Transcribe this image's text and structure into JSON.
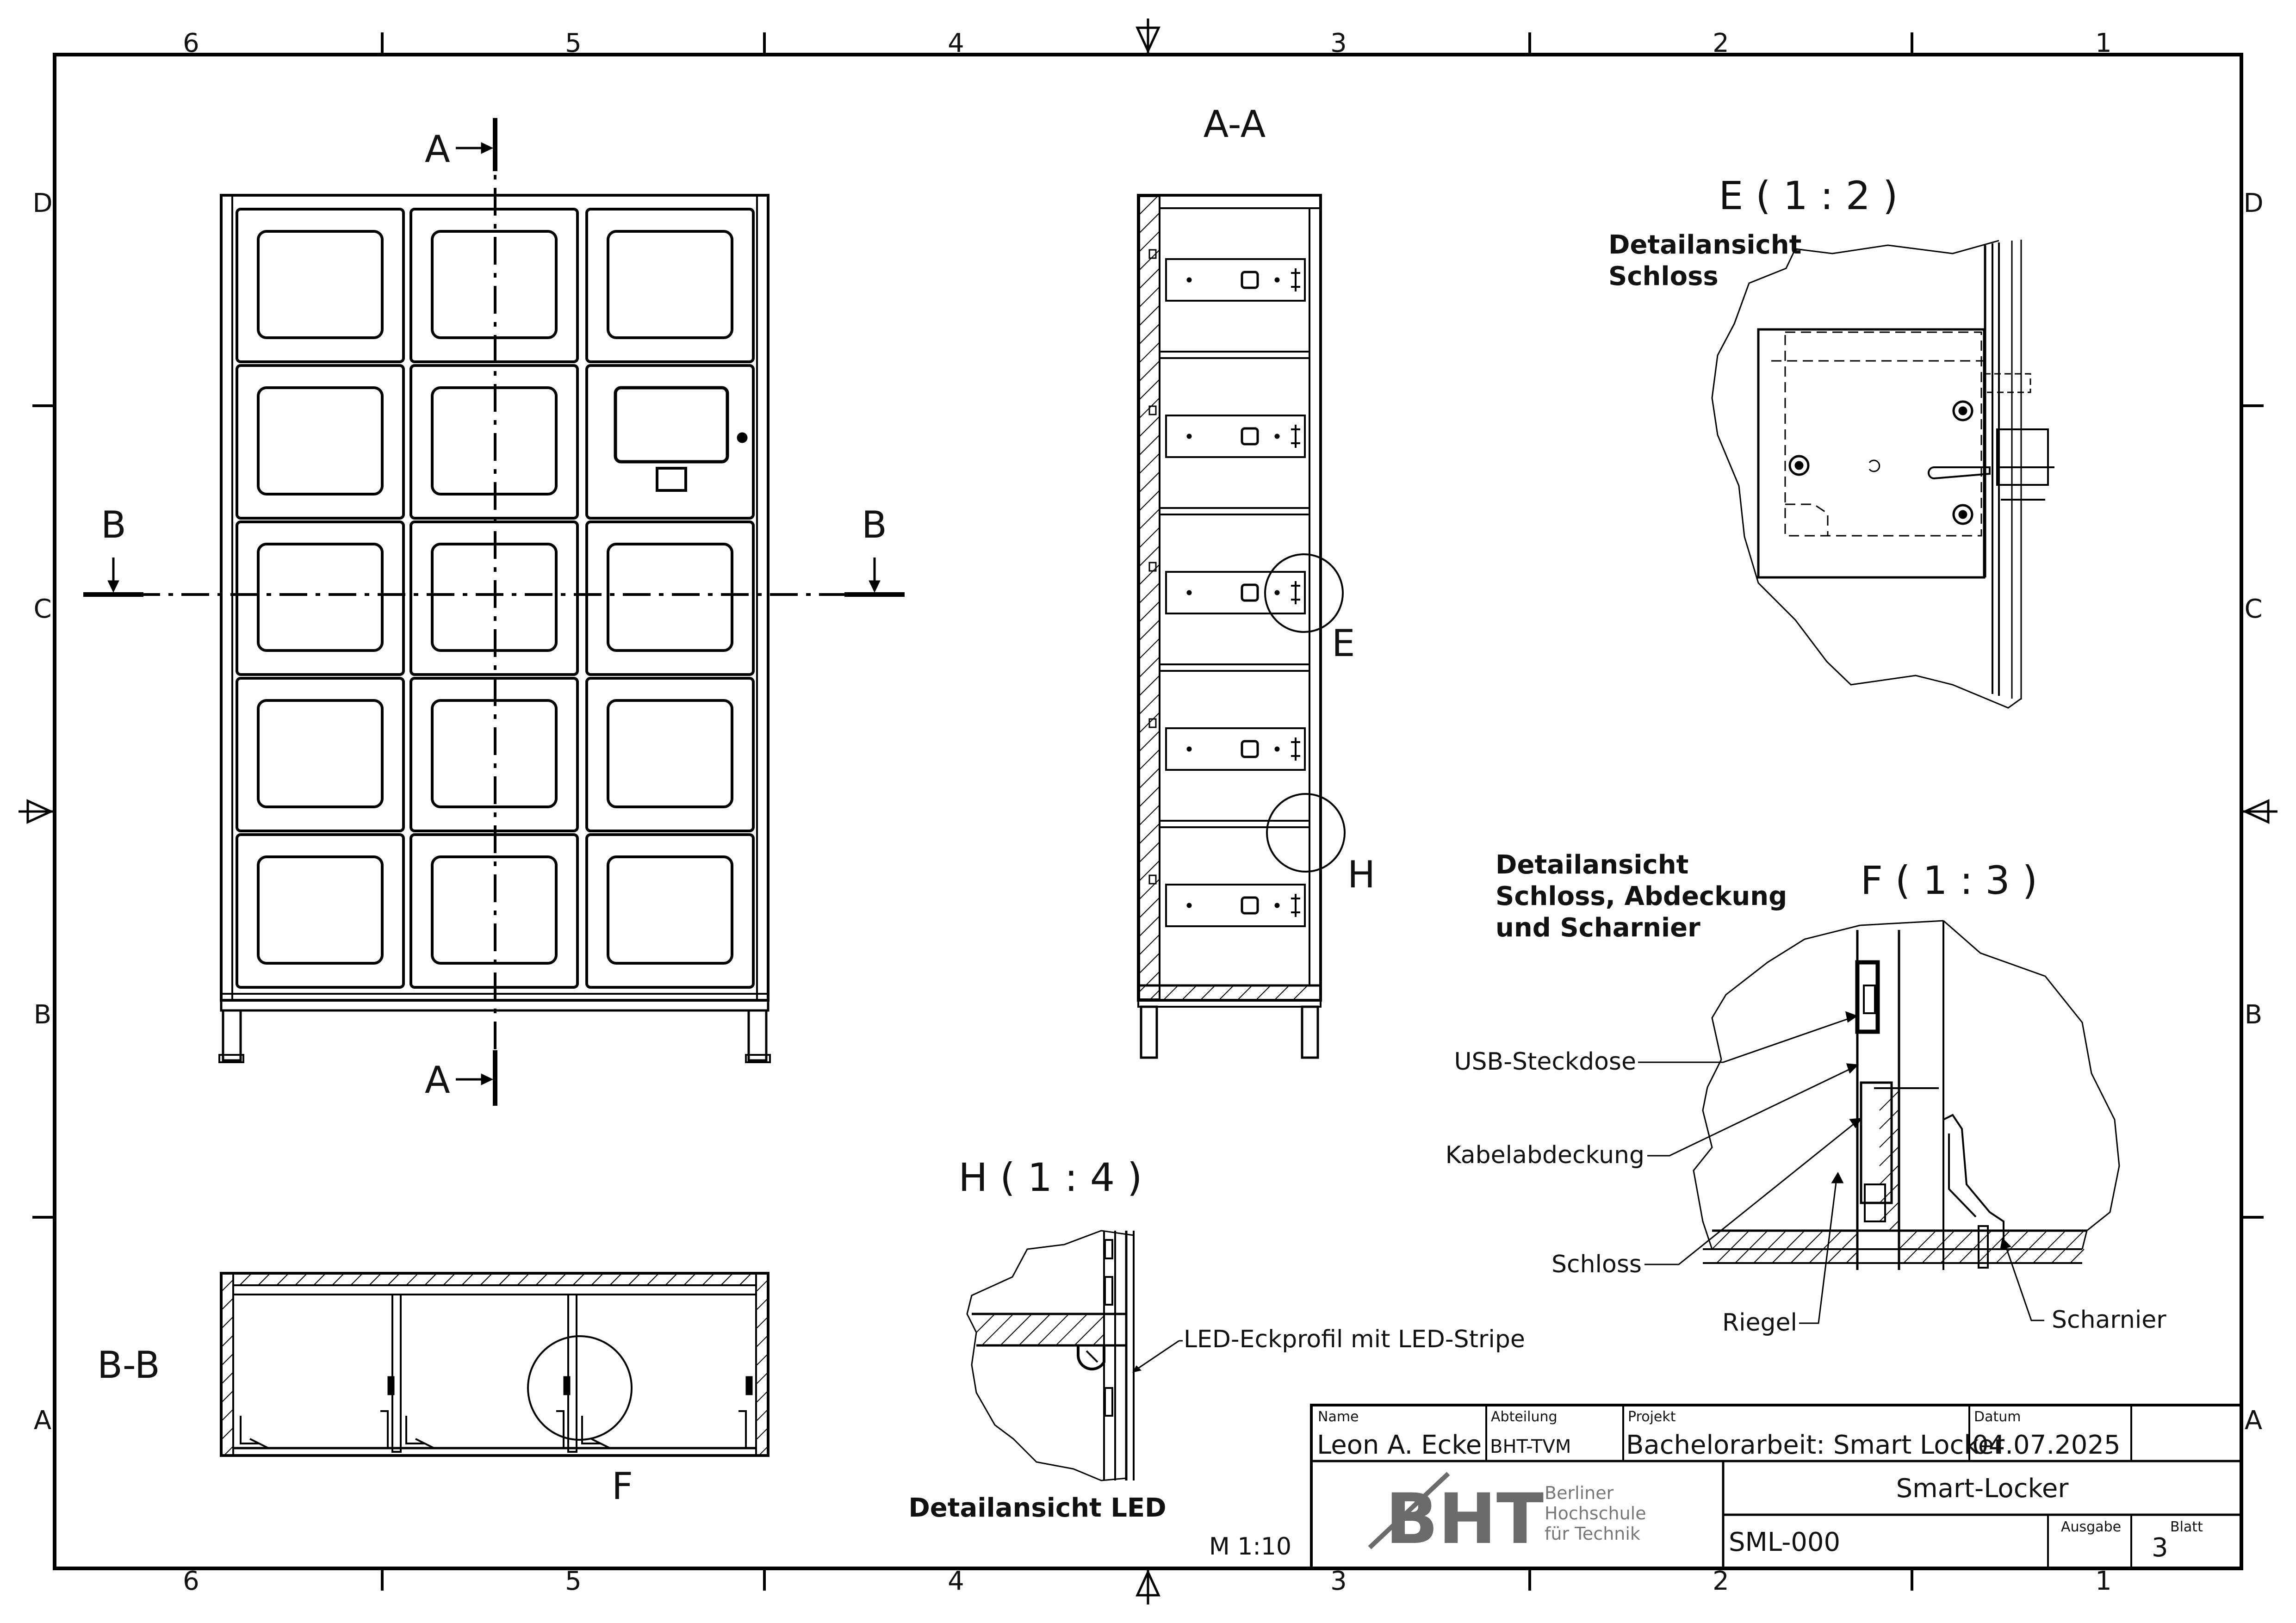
{
  "grid": {
    "columns": [
      "6",
      "5",
      "4",
      "3",
      "2",
      "1"
    ],
    "rows": [
      "D",
      "C",
      "B",
      "A"
    ]
  },
  "views": {
    "section_aa_title": "A-A",
    "section_bb_title": "B-B",
    "detail_e_title": "E ( 1 : 2 )",
    "detail_f_title": "F ( 1 : 3 )",
    "detail_h_title": "H ( 1 : 4 )",
    "marker_a": "A",
    "marker_b": "B",
    "marker_e": "E",
    "marker_f": "F",
    "marker_h": "H"
  },
  "captions": {
    "detail_e_line1": "Detailansicht",
    "detail_e_line2": "Schloss",
    "detail_f_line1": "Detailansicht",
    "detail_f_line2": "Schloss, Abdeckung",
    "detail_f_line3": "und Scharnier",
    "detail_h": "Detailansicht LED"
  },
  "callouts": {
    "usb": "USB-Steckdose",
    "kabel": "Kabelabdeckung",
    "schloss": "Schloss",
    "riegel": "Riegel",
    "scharnier": "Scharnier",
    "led": "LED-Eckprofil mit LED-Stripe"
  },
  "scale": "M 1:10",
  "title_block": {
    "name_label": "Name",
    "name_value": "Leon A. Ecke",
    "abteilung_label": "Abteilung",
    "abteilung_value": "BHT-TVM",
    "projekt_label": "Projekt",
    "projekt_value": "Bachelorarbeit: Smart Locker",
    "datum_label": "Datum",
    "datum_value": "04.07.2025",
    "logo_text": "BHT",
    "logo_line1": "Berliner",
    "logo_line2": "Hochschule",
    "logo_line3": "für Technik",
    "title": "Smart-Locker",
    "drawing_number": "SML-000",
    "ausgabe_label": "Ausgabe",
    "blatt_label": "Blatt",
    "blatt_value": "3"
  }
}
